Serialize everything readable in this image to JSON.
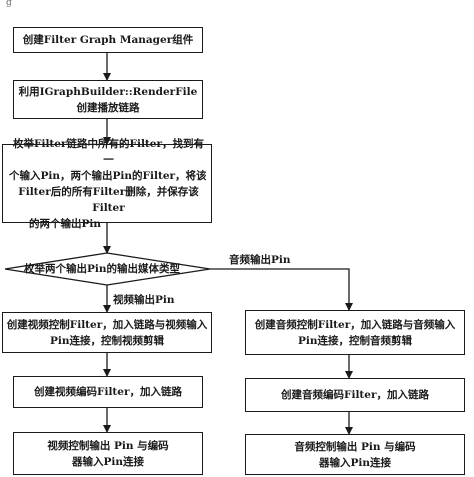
{
  "corner_mark": "g",
  "steps": {
    "create_fgm": "创建Filter Graph Manager组件",
    "render_file_line1": "利用IGraphBuilder::RenderFile",
    "render_file_line2": "创建播放链路",
    "enumerate_line1": "枚举Filter链路中所有的Filter，找到有一",
    "enumerate_line2": "个输入Pin，两个输出Pin的Filter，将该",
    "enumerate_line3": "Filter后的所有Filter删除，并保存该Filter",
    "enumerate_line4": "的两个输出Pin",
    "decision": "枚举两个输出Pin的输出媒体类型",
    "video_control_line1": "创建视频控制Filter，加入链路与视频输入",
    "video_control_line2": "Pin连接，控制视频剪辑",
    "video_encoder": "创建视频编码Filter，加入链路",
    "video_connect_line1": "视频控制输出 Pin 与编码",
    "video_connect_line2": "器输入Pin连接",
    "audio_control_line1": "创建音频控制Filter，加入链路与音频输入",
    "audio_control_line2": "Pin连接，控制音频剪辑",
    "audio_encoder": "创建音频编码Filter，加入链路",
    "audio_connect_line1": "音频控制输出 Pin 与编码",
    "audio_connect_line2": "器输入Pin连接"
  },
  "branch_labels": {
    "audio": "音频输出Pin",
    "video": "视频输出Pin"
  }
}
